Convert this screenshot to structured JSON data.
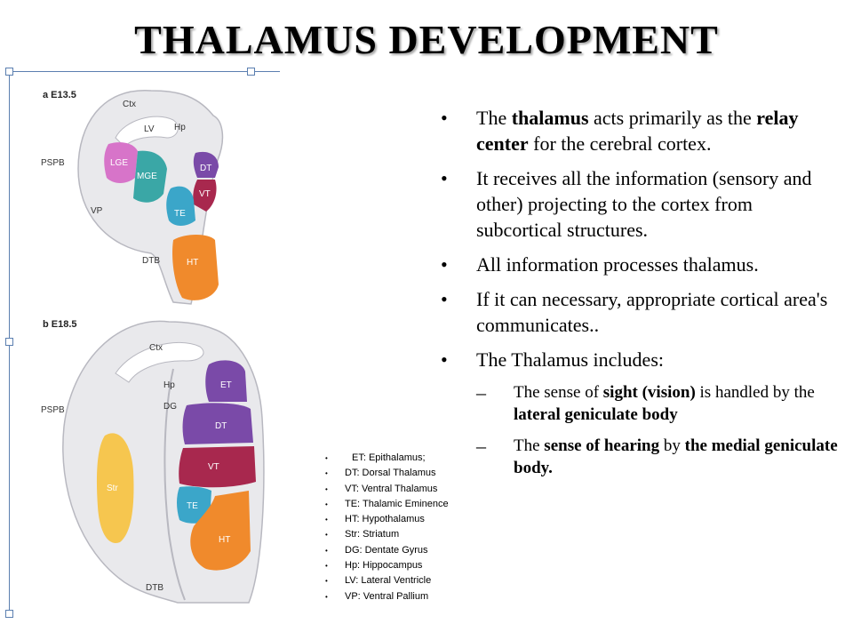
{
  "title": "THALAMUS DEVELOPMENT",
  "bullets": [
    {
      "pre": "The ",
      "b1": "thalamus",
      "mid": " acts primarily as the ",
      "b2": "relay center",
      "post": " for the cerebral cortex."
    },
    {
      "text": "It receives all the information (sensory and other) projecting to the cortex from subcortical structures."
    },
    {
      "text": "All information processes thalamus."
    },
    {
      "text": "If it can necessary, appropriate cortical area's communicates.."
    },
    {
      "text": "The Thalamus includes:"
    }
  ],
  "subbullets": [
    {
      "pre": "The sense of ",
      "b1": "sight (vision)",
      "mid": " is handled by the ",
      "b2": "lateral geniculate body",
      "post": ""
    },
    {
      "pre": "The ",
      "b1": "sense of hearing",
      "mid": " by ",
      "b2": "the medial geniculate body.",
      "post": ""
    }
  ],
  "legend": [
    "ET: Epithalamus;",
    "DT: Dorsal Thalamus",
    "VT: Ventral Thalamus",
    "TE: Thalamic Eminence",
    "HT: Hypothalamus",
    "Str: Striatum",
    "DG: Dentate Gyrus",
    "Hp: Hippocampus",
    "LV: Lateral Ventricle",
    "VP: Ventral Pallium"
  ],
  "figure": {
    "panel_a": "a  E13.5",
    "panel_b": "b  E18.5",
    "labels_a": {
      "ctx": "Ctx",
      "lv": "LV",
      "hp": "Hp",
      "pspb": "PSPB",
      "lge": "LGE",
      "mge": "MGE",
      "vp": "VP",
      "dt": "DT",
      "vt": "VT",
      "te": "TE",
      "ht": "HT",
      "dtb": "DTB"
    },
    "labels_b": {
      "ctx": "Ctx",
      "hp": "Hp",
      "dg": "DG",
      "pspb": "PSPB",
      "str": "Str",
      "et": "ET",
      "dt": "DT",
      "vt": "VT",
      "te": "TE",
      "ht": "HT",
      "dtb": "DTB"
    },
    "colors": {
      "lge": "#d774c9",
      "mge": "#3aa7a6",
      "dt": "#7a4aa8",
      "vt": "#a8284e",
      "te": "#3ba6c9",
      "ht": "#f08a2c",
      "et": "#7a4aa8",
      "str": "#f6c64f",
      "tissue": "#e9e9ec"
    }
  }
}
